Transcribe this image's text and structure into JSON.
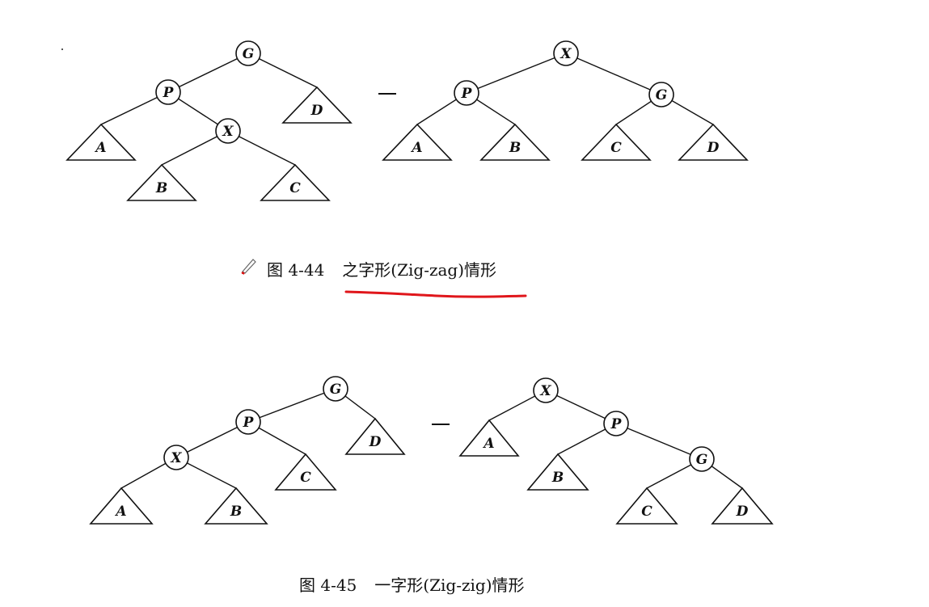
{
  "figures": [
    {
      "id": "fig-4-44",
      "caption_number": "图 4-44",
      "caption_text": "之字形(Zig-zag)情形",
      "arrow": "→",
      "before": {
        "nodes": [
          {
            "id": "G",
            "label": "G"
          },
          {
            "id": "P",
            "label": "P"
          },
          {
            "id": "X",
            "label": "X"
          }
        ],
        "subtrees": [
          "A",
          "B",
          "C",
          "D"
        ]
      },
      "after": {
        "nodes": [
          {
            "id": "X",
            "label": "X"
          },
          {
            "id": "P",
            "label": "P"
          },
          {
            "id": "G",
            "label": "G"
          }
        ],
        "subtrees": [
          "A",
          "B",
          "C",
          "D"
        ]
      }
    },
    {
      "id": "fig-4-45",
      "caption_number": "图 4-45",
      "caption_text": "一字形(Zig-zig)情形",
      "arrow": "→",
      "before": {
        "nodes": [
          {
            "id": "G",
            "label": "G"
          },
          {
            "id": "P",
            "label": "P"
          },
          {
            "id": "X",
            "label": "X"
          }
        ],
        "subtrees": [
          "A",
          "B",
          "C",
          "D"
        ]
      },
      "after": {
        "nodes": [
          {
            "id": "X",
            "label": "X"
          },
          {
            "id": "P",
            "label": "P"
          },
          {
            "id": "G",
            "label": "G"
          }
        ],
        "subtrees": [
          "A",
          "B",
          "C",
          "D"
        ]
      }
    }
  ],
  "annotation": {
    "underline_color": "#e0161b",
    "pen_icon": "pen-icon"
  }
}
